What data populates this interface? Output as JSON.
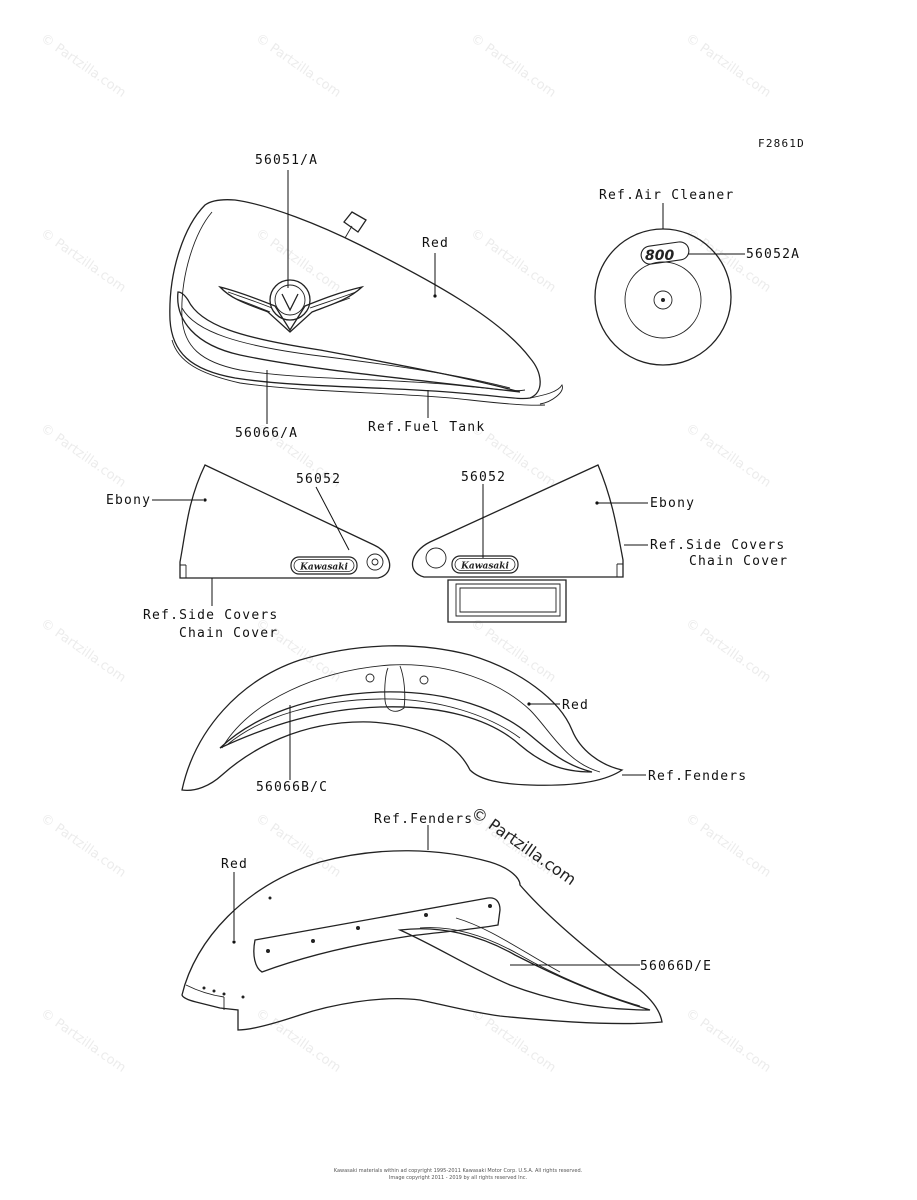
{
  "figure_code": "F2861D",
  "labels": {
    "tank_emblem": "56051/A",
    "tank_color": "Red",
    "tank_stripe": "56066/A",
    "fuel_tank_ref": "Ref.Fuel Tank",
    "air_cleaner_ref": "Ref.Air Cleaner",
    "air_cleaner_decal": "56052A",
    "air_cleaner_logo_text": "800",
    "left_cover_part": "56052",
    "left_cover_color": "Ebony",
    "left_cover_ref_line1": "Ref.Side Covers",
    "left_cover_ref_line2": "Chain Cover",
    "right_cover_part": "56052",
    "right_cover_color": "Ebony",
    "right_cover_ref_line1": "Ref.Side Covers",
    "right_cover_ref_line2": "Chain Cover",
    "kawasaki_badge": "Kawasaki",
    "front_fender_color": "Red",
    "front_fender_stripe": "56066B/C",
    "front_fender_ref": "Ref.Fenders",
    "rear_fender_ref": "Ref.Fenders",
    "rear_fender_color": "Red",
    "rear_fender_stripe": "56066D/E"
  },
  "watermark": {
    "text": "© Partzilla.com"
  },
  "footer": {
    "line1": "Kawasaki materials within ad copyright 1995-2011 Kawasaki Motor Corp. U.S.A. All rights reserved.",
    "line2": "Image copyright 2011 - 2019 by all rights reserved Inc."
  }
}
